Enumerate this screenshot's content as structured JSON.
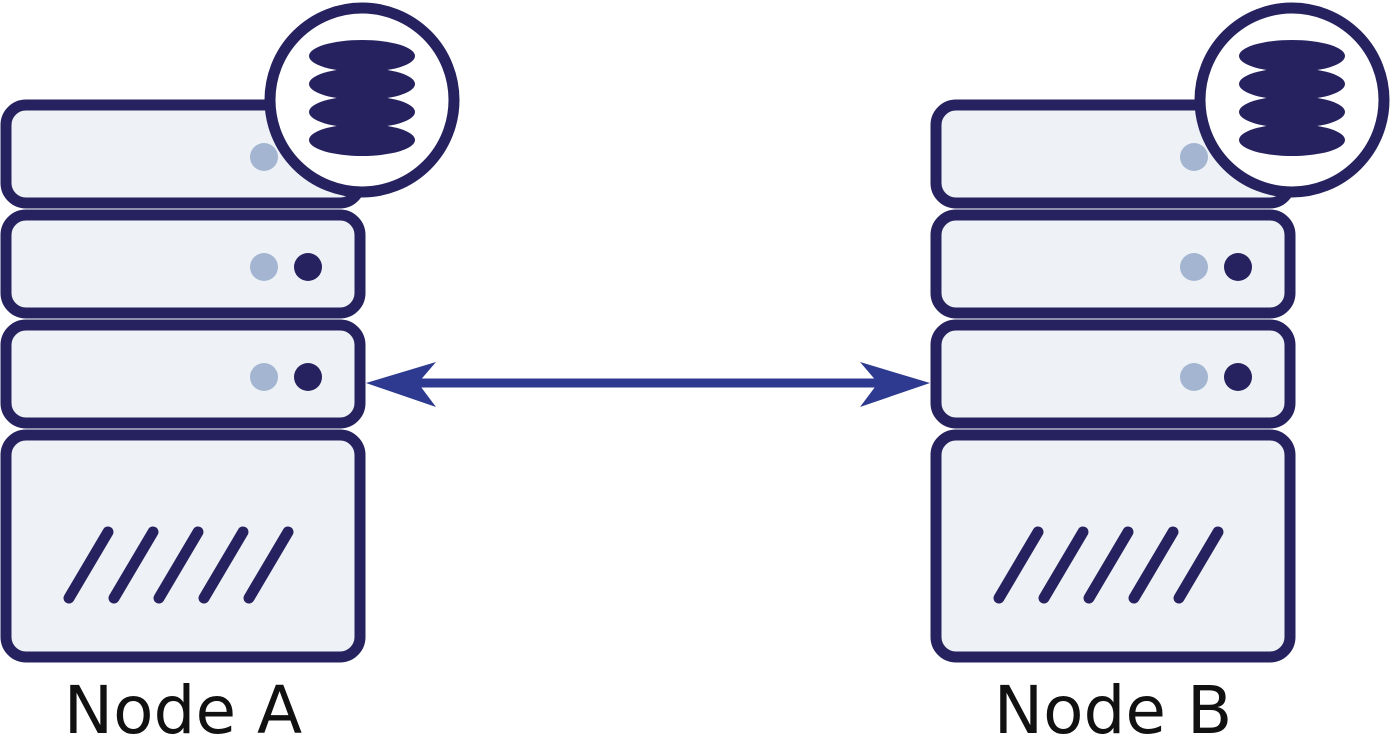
{
  "nodes": [
    {
      "id": "node-a",
      "label": "Node A"
    },
    {
      "id": "node-b",
      "label": "Node B"
    }
  ],
  "connection": {
    "from": "node-a",
    "to": "node-b",
    "direction": "bidirectional"
  },
  "colors": {
    "outline": "#26225f",
    "panel_fill": "#eef2f6",
    "led_light": "#a3b5d1",
    "led_dark": "#26225f",
    "arrow": "#2d3a8f",
    "label": "#111111"
  },
  "icons": {
    "server": "server-rack-icon",
    "database": "database-icon"
  }
}
